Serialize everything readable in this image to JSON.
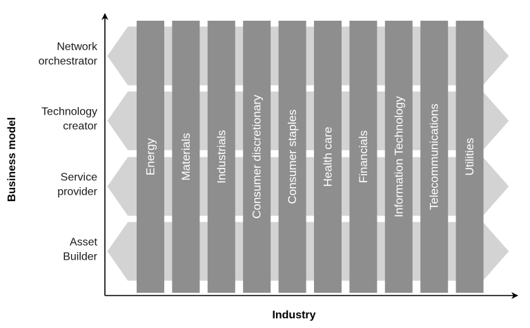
{
  "diagram": {
    "y_axis_title": "Business model",
    "x_axis_title": "Industry",
    "business_models": [
      {
        "lines": [
          "Network",
          "orchestrator"
        ]
      },
      {
        "lines": [
          "Technology",
          "creator"
        ]
      },
      {
        "lines": [
          "Service",
          "provider"
        ]
      },
      {
        "lines": [
          "Asset",
          "Builder"
        ]
      }
    ],
    "industries": [
      "Energy",
      "Materials",
      "Industrials",
      "Consumer discretionary",
      "Consumer staples",
      "Health care",
      "Financials",
      "Information Technology",
      "Telecommunications",
      "Utilities"
    ],
    "colors": {
      "row_arrow_fill": "#d3d3d3",
      "row_arrow_stroke": "#ffffff",
      "column_fill": "#8e8e8e",
      "axis": "#000000",
      "column_text": "#ffffff"
    }
  }
}
